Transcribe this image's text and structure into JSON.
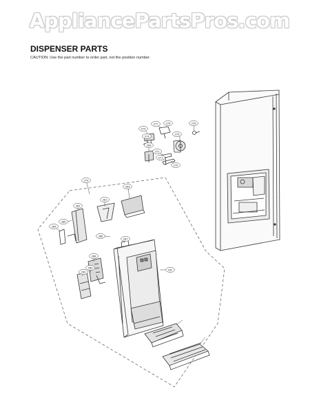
{
  "watermark": "AppliancePartsPros.com",
  "header": {
    "title": "DISPENSER PARTS",
    "caution": "CAUTION: Use the part number to order part, not the position number."
  },
  "diagram": {
    "callouts": [
      {
        "id": "c-274",
        "label": "274"
      },
      {
        "id": "c-277",
        "label": "277"
      },
      {
        "id": "c-276",
        "label": "276"
      },
      {
        "id": "c-275",
        "label": "275"
      },
      {
        "id": "c-278",
        "label": "278"
      },
      {
        "id": "c-273",
        "label": "273"
      },
      {
        "id": "c-269",
        "label": "269"
      },
      {
        "id": "c-272",
        "label": "272"
      },
      {
        "id": "c-271",
        "label": "271"
      },
      {
        "id": "c-270",
        "label": "270"
      },
      {
        "id": "c-279",
        "label": "279"
      },
      {
        "id": "c-283",
        "label": "283"
      },
      {
        "id": "c-281",
        "label": "281"
      },
      {
        "id": "c-282",
        "label": "282"
      },
      {
        "id": "c-284",
        "label": "284"
      },
      {
        "id": "c-285",
        "label": "285"
      },
      {
        "id": "c-286",
        "label": "286"
      },
      {
        "id": "c-287",
        "label": "287"
      },
      {
        "id": "c-288",
        "label": "288"
      },
      {
        "id": "c-289",
        "label": "289"
      },
      {
        "id": "c-290",
        "label": "290"
      },
      {
        "id": "c-291",
        "label": "291"
      }
    ]
  }
}
